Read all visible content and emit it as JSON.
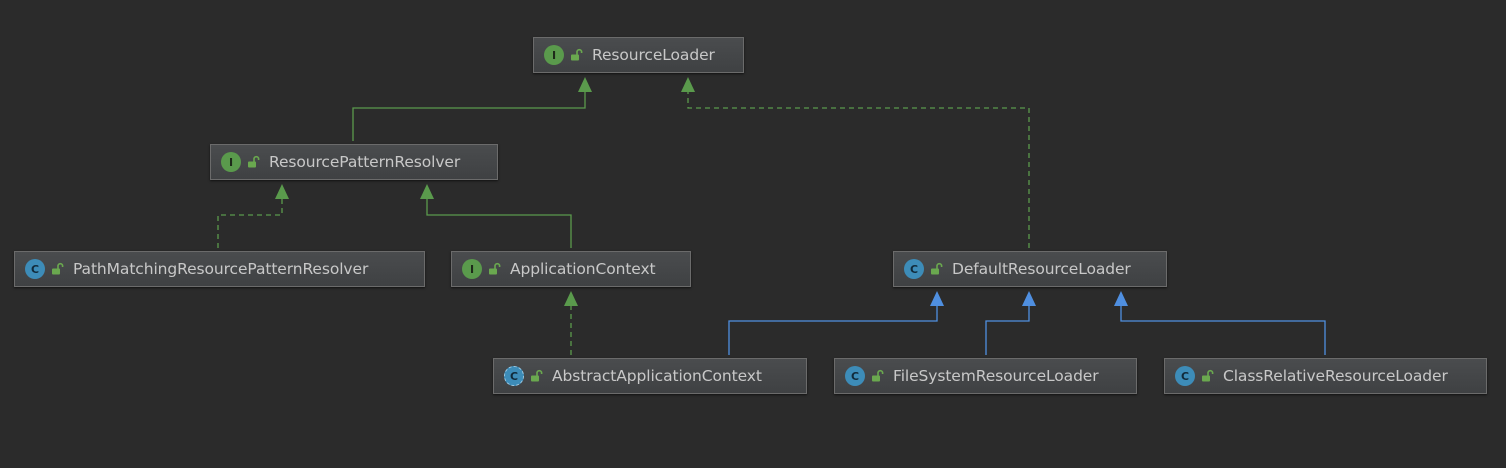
{
  "nodes": {
    "resource_loader": {
      "kind": "interface",
      "badge": "I",
      "label": "ResourceLoader"
    },
    "resource_pattern_resolver": {
      "kind": "interface",
      "badge": "I",
      "label": "ResourcePatternResolver"
    },
    "path_matching_resource_pattern_resolver": {
      "kind": "class",
      "badge": "C",
      "label": "PathMatchingResourcePatternResolver"
    },
    "application_context": {
      "kind": "interface",
      "badge": "I",
      "label": "ApplicationContext"
    },
    "default_resource_loader": {
      "kind": "class",
      "badge": "C",
      "label": "DefaultResourceLoader"
    },
    "abstract_application_context": {
      "kind": "abstract-class",
      "badge": "C",
      "label": "AbstractApplicationContext"
    },
    "file_system_resource_loader": {
      "kind": "class",
      "badge": "C",
      "label": "FileSystemResourceLoader"
    },
    "class_relative_resource_loader": {
      "kind": "class",
      "badge": "C",
      "label": "ClassRelativeResourceLoader"
    }
  },
  "edges": [
    {
      "from": "resource_pattern_resolver",
      "to": "resource_loader",
      "type": "interface-extends",
      "style": "solid",
      "color": "#5a9a4c"
    },
    {
      "from": "default_resource_loader",
      "to": "resource_loader",
      "type": "implements",
      "style": "dashed",
      "color": "#5a9a4c"
    },
    {
      "from": "path_matching_resource_pattern_resolver",
      "to": "resource_pattern_resolver",
      "type": "implements",
      "style": "dashed",
      "color": "#5a9a4c"
    },
    {
      "from": "application_context",
      "to": "resource_pattern_resolver",
      "type": "interface-extends",
      "style": "solid",
      "color": "#5a9a4c"
    },
    {
      "from": "abstract_application_context",
      "to": "application_context",
      "type": "implements",
      "style": "dashed",
      "color": "#5a9a4c"
    },
    {
      "from": "abstract_application_context",
      "to": "default_resource_loader",
      "type": "extends",
      "style": "solid",
      "color": "#4f8fe0"
    },
    {
      "from": "file_system_resource_loader",
      "to": "default_resource_loader",
      "type": "extends",
      "style": "solid",
      "color": "#4f8fe0"
    },
    {
      "from": "class_relative_resource_loader",
      "to": "default_resource_loader",
      "type": "extends",
      "style": "solid",
      "color": "#4f8fe0"
    }
  ],
  "colors": {
    "background": "#2b2b2b",
    "interface_badge": "#5a9a4c",
    "class_badge": "#3d8cb8",
    "implements_line": "#5a9a4c",
    "extends_line": "#4f8fe0",
    "label_text": "#c8c8c8"
  },
  "icons": {
    "interface": "interface-icon",
    "class": "class-icon",
    "abstract_class": "abstract-class-icon",
    "visibility": "unlocked-padlock-icon"
  }
}
